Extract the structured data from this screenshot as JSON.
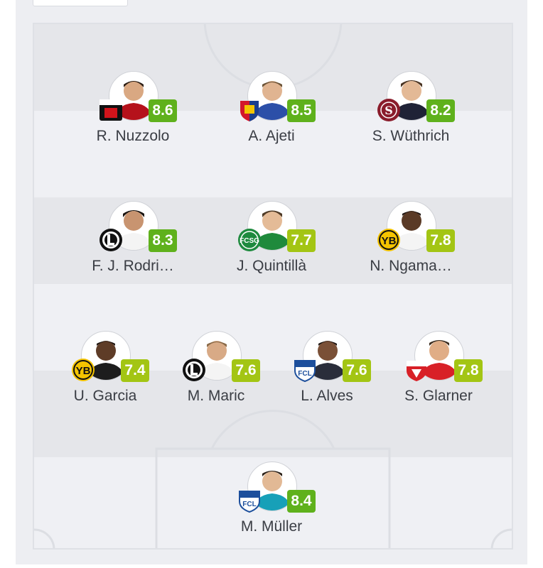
{
  "lineup": {
    "colors": {
      "rating_high": "#5fb11c",
      "rating_mid": "#a3c514",
      "name_text": "#3a3d44"
    },
    "rows": [
      {
        "players": [
          {
            "name": "R. Nuzzolo",
            "rating": "8.6",
            "club_icon": "xamax-crest-icon",
            "rating_color": "#5fb11c"
          },
          {
            "name": "A. Ajeti",
            "rating": "8.5",
            "club_icon": "basel-crest-icon",
            "rating_color": "#5fb11c"
          },
          {
            "name": "S. Wüthrich",
            "rating": "8.2",
            "club_icon": "servette-crest-icon",
            "rating_color": "#5fb11c"
          }
        ]
      },
      {
        "players": [
          {
            "name": "F. J. Rodri…",
            "rating": "8.3",
            "club_icon": "lugano-crest-icon",
            "rating_color": "#5fb11c"
          },
          {
            "name": "J. Quintillà",
            "rating": "7.7",
            "club_icon": "st-gallen-crest-icon",
            "rating_color": "#a3c514"
          },
          {
            "name": "N. Ngama…",
            "rating": "7.8",
            "club_icon": "young-boys-crest-icon",
            "rating_color": "#a3c514"
          }
        ]
      },
      {
        "players": [
          {
            "name": "U. Garcia",
            "rating": "7.4",
            "club_icon": "young-boys-crest-icon",
            "rating_color": "#a3c514"
          },
          {
            "name": "M. Maric",
            "rating": "7.6",
            "club_icon": "lugano-crest-icon",
            "rating_color": "#a3c514"
          },
          {
            "name": "L. Alves",
            "rating": "7.6",
            "club_icon": "luzern-crest-icon",
            "rating_color": "#a3c514"
          },
          {
            "name": "S. Glarner",
            "rating": "7.8",
            "club_icon": "thun-crest-icon",
            "rating_color": "#a3c514"
          }
        ]
      },
      {
        "players": [
          {
            "name": "M. Müller",
            "rating": "8.4",
            "club_icon": "luzern-crest-icon",
            "rating_color": "#5fb11c"
          }
        ]
      }
    ]
  }
}
